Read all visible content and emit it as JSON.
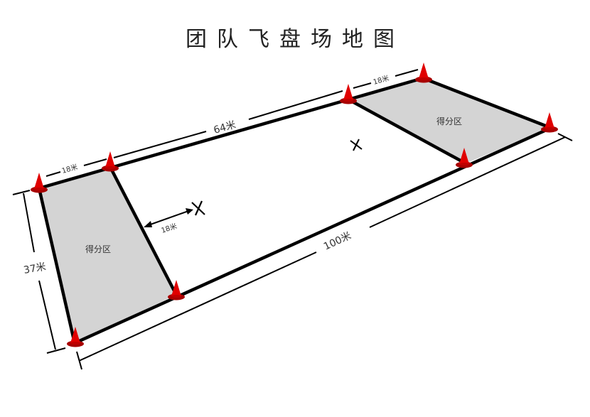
{
  "title": "团队飞盘场地图",
  "labels": {
    "zone_left": "得分区",
    "zone_right": "得分区",
    "end_zone_depth_left": "18米",
    "end_zone_depth_right": "18米",
    "brick_mark_distance": "18米",
    "central_zone_length": "64米",
    "field_length": "100米",
    "field_width": "37米"
  },
  "colors": {
    "cone": "#d40000",
    "end_zone_fill": "#d4d4d4",
    "line": "#000000"
  }
}
